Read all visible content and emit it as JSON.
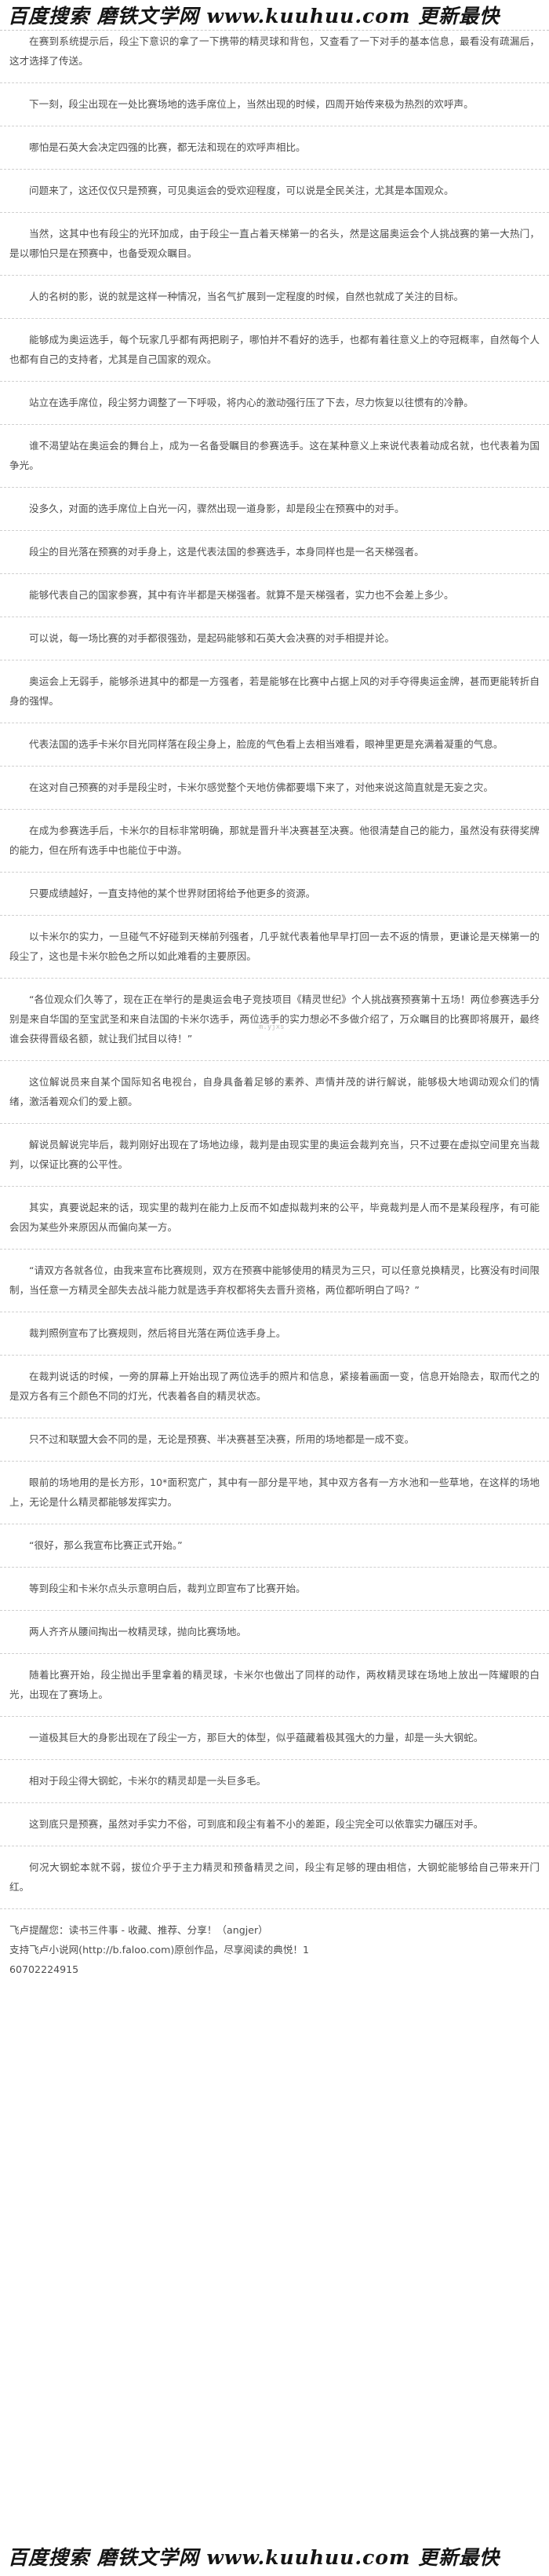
{
  "banner_top": "百度搜索 磨铁文学网 www.kuuhuu.com 更新最快",
  "banner_bottom": "百度搜索 磨铁文学网 www.kuuhuu.com 更新最快",
  "watermark": "m.yjxs",
  "paragraphs": [
    "在赛到系统提示后，段尘下意识的拿了一下携带的精灵球和背包，又查看了一下对手的基本信息，最看没有疏漏后，这才选择了传送。",
    "下一刻，段尘出现在一处比赛场地的选手席位上，当然出现的时候，四周开始传来极为热烈的欢呼声。",
    "哪怕是石英大会决定四强的比赛，都无法和现在的欢呼声相比。",
    "问题来了，这还仅仅只是预赛，可见奥运会的受欢迎程度，可以说是全民关注，尤其是本国观众。",
    "当然，这其中也有段尘的光环加成，由于段尘一直占着天梯第一的名头，然是这届奥运会个人挑战赛的第一大热门，是以哪怕只是在预赛中，也备受观众瞩目。",
    "人的名树的影，说的就是这样一种情况，当名气扩展到一定程度的时候，自然也就成了关注的目标。",
    "能够成为奥运选手，每个玩家几乎都有两把刷子，哪怕并不看好的选手，也都有着往意义上的夺冠概率，自然每个人也都有自己的支持者，尤其是自己国家的观众。",
    "站立在选手席位，段尘努力调整了一下呼吸，将内心的激动强行压了下去，尽力恢复以往惯有的冷静。",
    "谁不渴望站在奥运会的舞台上，成为一名备受瞩目的参赛选手。这在某种意义上来说代表着动成名就，也代表着为国争光。",
    "没多久，对面的选手席位上白光一闪，骤然出现一道身影，却是段尘在预赛中的对手。",
    "段尘的目光落在预赛的对手身上，这是代表法国的参赛选手，本身同样也是一名天梯强者。",
    "能够代表自己的国家参赛，其中有许半都是天梯强者。就算不是天梯强者，实力也不会差上多少。",
    "可以说，每一场比赛的对手都很强劲，是起码能够和石英大会决赛的对手相提并论。",
    "奥运会上无弱手，能够杀进其中的都是一方强者，若是能够在比赛中占据上风的对手夺得奥运金牌，甚而更能转折自身的强悍。",
    "代表法国的选手卡米尔目光同样落在段尘身上，脸庞的气色看上去相当难看，眼神里更是充满着凝重的气息。",
    "在这对自己预赛的对手是段尘时，卡米尔感觉整个天地仿佛都要塌下来了，对他来说这简直就是无妄之灾。",
    "在成为参赛选手后，卡米尔的目标非常明确，那就是晋升半决赛甚至决赛。他很清楚自己的能力，虽然没有获得奖牌的能力，但在所有选手中也能位于中游。",
    "只要成绩越好，一直支持他的某个世界财团将给予他更多的资源。",
    "以卡米尔的实力，一旦碰气不好碰到天梯前列强者，几乎就代表着他早早打回一去不返的情景，更谦论是天梯第一的段尘了，这也是卡米尔脸色之所以如此难看的主要原因。",
    "“各位观众们久等了，现在正在举行的是奥运会电子竞技项目《精灵世纪》个人挑战赛预赛第十五场！两位参赛选手分别是来自华国的至宝武圣和来自法国的卡米尔选手，两位选手的实力想必不多做介绍了，万众瞩目的比赛即将展开，最终谁会获得晋级名额，就让我们拭目以待！”",
    "这位解说员来自某个国际知名电视台，自身具备着足够的素养、声情并茂的讲行解说，能够极大地调动观众们的情绪，激活着观众们的爱上额。",
    "解说员解说完毕后，裁判刚好出现在了场地边缘，裁判是由现实里的奥运会裁判充当，只不过要在虚拟空间里充当裁判，以保证比赛的公平性。",
    "其实，真要说起来的话，现实里的裁判在能力上反而不如虚拟裁判来的公平，毕竟裁判是人而不是某段程序，有可能会因为某些外来原因从而偏向某一方。",
    "“请双方各就各位，由我来宣布比赛规则，双方在预赛中能够使用的精灵为三只，可以任意兑换精灵，比赛没有时间限制，当任意一方精灵全部失去战斗能力就是选手弃权都将失去晋升资格，两位都听明白了吗？”",
    "裁判照例宣布了比赛规则，然后将目光落在两位选手身上。",
    "在裁判说话的时候，一旁的屏幕上开始出现了两位选手的照片和信息，紧接着画面一变，信息开始隐去，取而代之的是双方各有三个颜色不同的灯光，代表着各自的精灵状态。",
    "只不过和联盟大会不同的是，无论是预赛、半决赛甚至决赛，所用的场地都是一成不变。",
    "眼前的场地用的是长方形，10*面积宽广，其中有一部分是平地，其中双方各有一方水池和一些草地，在这样的场地上，无论是什么精灵都能够发挥实力。",
    "“很好，那么我宣布比赛正式开始。”",
    "等到段尘和卡米尔点头示意明白后，裁判立即宣布了比赛开始。",
    "两人齐齐从腰间掏出一枚精灵球，抛向比赛场地。",
    "随着比赛开始，段尘抛出手里拿着的精灵球，卡米尔也做出了同样的动作，两枚精灵球在场地上放出一阵耀眼的白光，出现在了赛场上。",
    "一道极其巨大的身影出现在了段尘一方，那巨大的体型，似乎蕴藏着极其强大的力量，却是一头大钢蛇。",
    "相对于段尘得大钢蛇，卡米尔的精灵却是一头巨多毛。",
    "这到底只是预赛，虽然对手实力不俗，可到底和段尘有着不小的差距，段尘完全可以依靠实力碾压对手。",
    "何况大钢蛇本就不弱，拔位介乎于主力精灵和预备精灵之间，段尘有足够的理由相信，大钢蛇能够给自己带来开门红。"
  ],
  "footer": {
    "line1": "飞卢提醒您：读书三件事 - 收藏、推荐、分享！（angjer）",
    "line2": "支持飞卢小说网(http://b.faloo.com)原创作品，尽享阅读的典悦！1",
    "line3": "60702224915"
  }
}
